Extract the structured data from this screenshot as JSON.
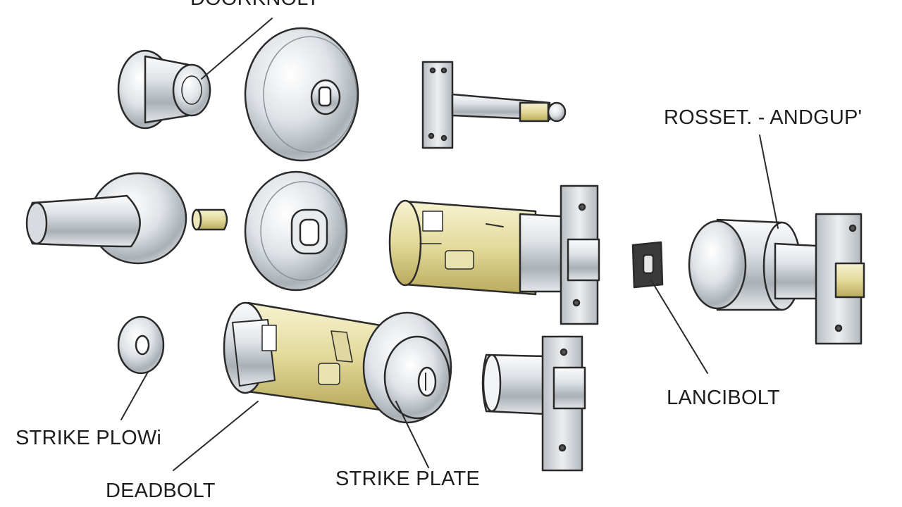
{
  "diagram": {
    "labels": {
      "top": "DOORKNOLT",
      "rosset": "ROSSET. - ANDGUP'",
      "lanc": "LANCIBOLT",
      "strike_plow": "STRIKE PLOWi",
      "deadbolt": "DEADBOLT",
      "strike_plate": "STRIKE PLATE"
    },
    "colors": {
      "outline": "#2a2a2a",
      "chrome_light": "#f2f4f6",
      "chrome_mid": "#c3c8cd",
      "chrome_dark": "#7d858c",
      "brass_light": "#f4efc6",
      "brass_mid": "#d9cf8a",
      "brass_dark": "#a99a4e",
      "rubber": "#3a3a3a"
    }
  }
}
